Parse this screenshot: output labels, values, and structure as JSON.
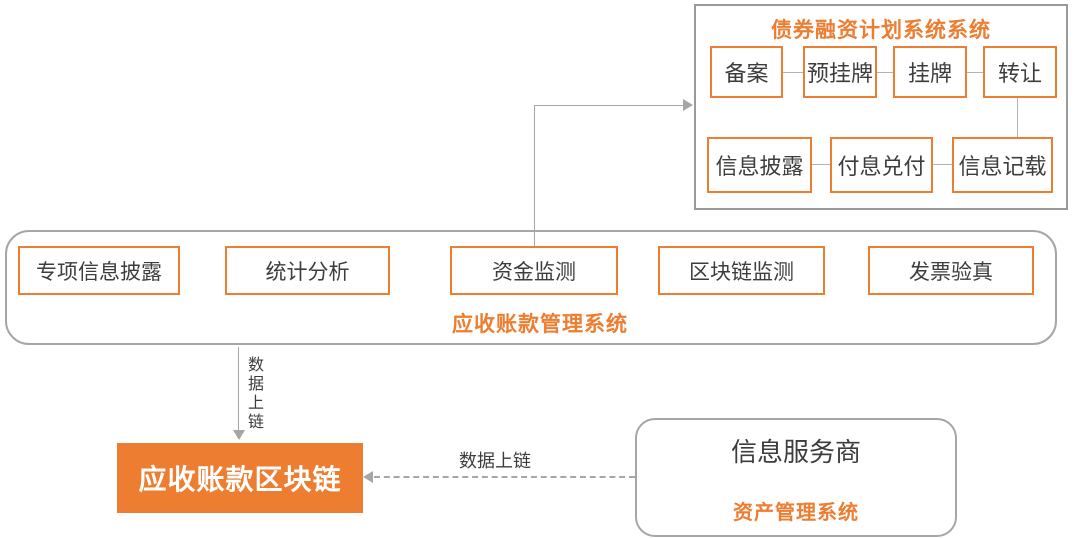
{
  "bond_system": {
    "title": "债券融资计划系统系统",
    "row1": [
      "备案",
      "预挂牌",
      "挂牌",
      "转让"
    ],
    "row2": [
      "信息披露",
      "付息兑付",
      "信息记载"
    ]
  },
  "receivables_system": {
    "title": "应收账款管理系统",
    "modules": [
      "专项信息披露",
      "统计分析",
      "资金监测",
      "区块链监测",
      "发票验真"
    ]
  },
  "blockchain": {
    "label": "应收账款区块链"
  },
  "provider": {
    "name": "信息服务商",
    "system": "资产管理系统"
  },
  "flows": {
    "down_arrow_label": "数据上链",
    "dashed_arrow_label": "数据上链"
  },
  "colors": {
    "accent_orange": "#ED7D31",
    "container_gray": "#A6A6A6",
    "connector_gray": "#B3B3B3",
    "text_dark": "#3D3D3D",
    "blockchain_text": "#FFFFFF"
  }
}
